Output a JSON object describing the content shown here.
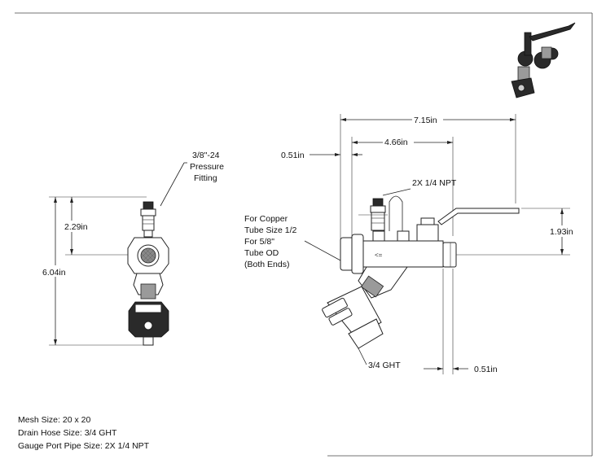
{
  "dimensions": {
    "left_height_total": "6.04in",
    "left_height_upper": "2.29in",
    "top_overall": "7.15in",
    "top_mid": "4.66in",
    "top_small": "0.51in",
    "right_height": "1.93in",
    "bottom_small": "0.51in"
  },
  "callouts": {
    "pressure_fitting": [
      "3/8\"-24",
      "Pressure",
      "Fitting"
    ],
    "gauge_ports": "2X 1/4 NPT",
    "copper_tube": [
      "For Copper",
      "Tube Size 1/2",
      "For 5/8\"",
      "Tube OD",
      "(Both Ends)"
    ],
    "drain_hose": "3/4 GHT"
  },
  "specs": [
    "Mesh Size: 20 x 20",
    "Drain Hose Size: 3/4 GHT",
    "Gauge Port Pipe Size: 2X 1/4 NPT"
  ]
}
